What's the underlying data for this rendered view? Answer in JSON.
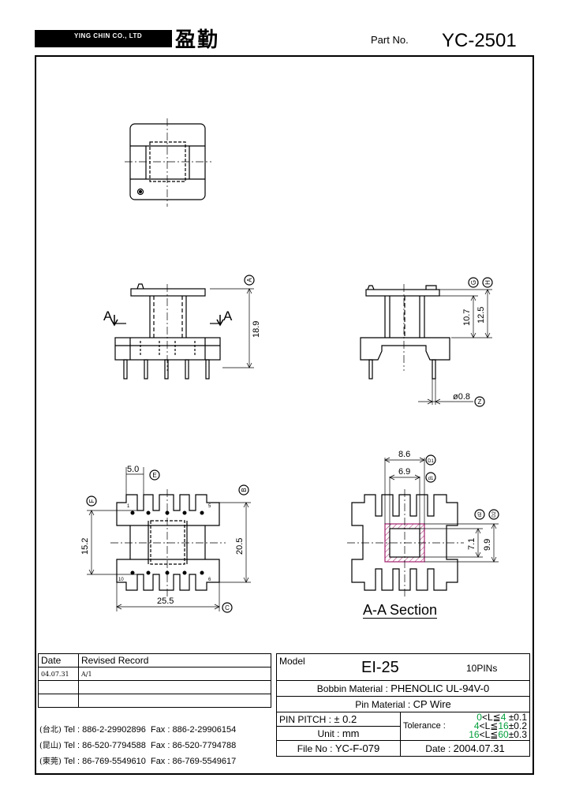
{
  "header": {
    "company_en": "YING CHIN CO., LTD",
    "company_cn": "盈勤",
    "part_no_label": "Part No.",
    "part_no_value": "YC-2501"
  },
  "dims": {
    "A": "A",
    "A2": "A",
    "h18_9": "18.9",
    "h10_7": "10.7",
    "h12_5": "12.5",
    "dia0_8": "ø0.8",
    "w5_0": "5.0",
    "h15_2": "15.2",
    "h20_5": "20.5",
    "w25_5": "25.5",
    "w8_6": "8.6",
    "w6_9": "6.9",
    "h7_1": "7.1",
    "h9_9": "9.9",
    "pin1": "1",
    "pin5": "5",
    "pin10": "10",
    "pin6": "6"
  },
  "markers": {
    "A": "A",
    "B": "B",
    "C": "C",
    "E": "E",
    "F": "F",
    "G": "G",
    "H": "H",
    "Z": "Z",
    "D1": "D1",
    "d1": "d1",
    "d2": "d2",
    "D2": "D2"
  },
  "section_title": "A-A Section",
  "revision": {
    "col_date": "Date",
    "col_record": "Revised Record",
    "rows": [
      {
        "date": "04.07.31",
        "record": "A/1"
      },
      {
        "date": "",
        "record": ""
      },
      {
        "date": "",
        "record": ""
      }
    ]
  },
  "contacts": [
    {
      "loc": "(台北)",
      "tel": "Tel : 886-2-29902896",
      "fax": "Fax : 886-2-29906154"
    },
    {
      "loc": "(昆山)",
      "tel": "Tel : 86-520-7794588",
      "fax": "Fax : 86-520-7794788"
    },
    {
      "loc": "(東莞)",
      "tel": "Tel : 86-769-5549610",
      "fax": "Fax : 86-769-5549617"
    }
  ],
  "info": {
    "model_label": "Model",
    "model_value": "EI-25",
    "pins": "10PINs",
    "bobbin_label": "Bobbin  Material :",
    "bobbin_value": "PHENOLIC UL-94V-0",
    "pin_mat_label": "Pin  Material :",
    "pin_mat_value": "CP Wire",
    "pitch_label": "PIN  PITCH :",
    "pitch_value": "± 0.2",
    "unit_label": "Unit :",
    "unit_value": "mm",
    "file_label": "File  No :",
    "file_value": "YC-F-079",
    "tol_label": "Tolerance :",
    "tol": [
      {
        "lo": "0",
        "op": "<L≦",
        "hi": "4",
        "pm": "±0.1"
      },
      {
        "lo": "4",
        "op": "<L≦",
        "hi": "16",
        "pm": "±0.2"
      },
      {
        "lo": "16",
        "op": "<L≦",
        "hi": "60",
        "pm": "±0.3"
      }
    ],
    "date_label": "Date :",
    "date_value": "2004.07.31"
  },
  "colors": {
    "green": "#009f3a",
    "hatch": "#a0206a"
  }
}
